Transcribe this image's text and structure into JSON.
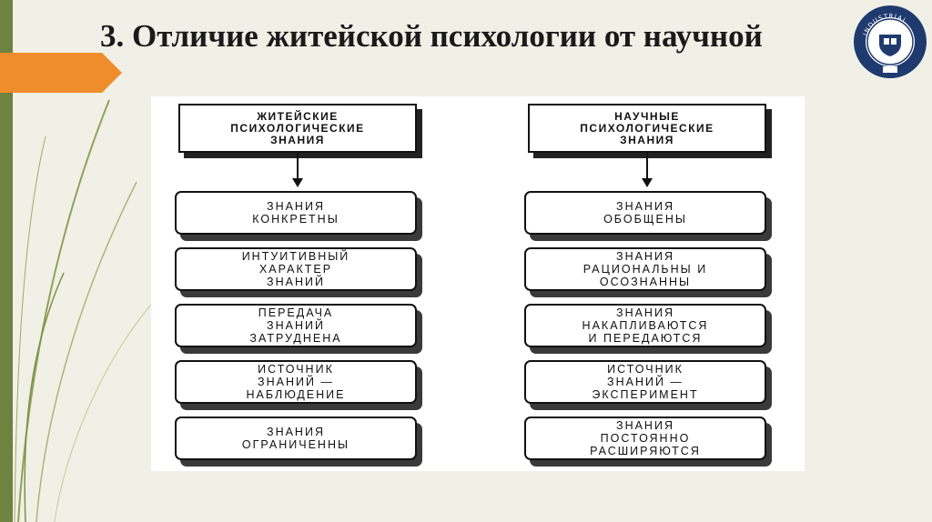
{
  "slide": {
    "title": "3. Отличие житейской психологии от научной",
    "colors": {
      "accent_orange": "#ef8d2c",
      "band_green": "#6f8240",
      "seal_navy": "#1f3a6e"
    }
  },
  "diagram": {
    "left_column": {
      "header": "ЖИТЕЙСКИЕ\nПСИХОЛОГИЧЕСКИЕ\nЗНАНИЯ",
      "items": [
        "ЗНАНИЯ\nКОНКРЕТНЫ",
        "ИНТУИТИВНЫЙ\nХАРАКТЕР\nЗНАНИЙ",
        "ПЕРЕДАЧА\nЗНАНИЙ\nЗАТРУДНЕНА",
        "ИСТОЧНИК\nЗНАНИЙ —\nНАБЛЮДЕНИЕ",
        "ЗНАНИЯ\nОГРАНИЧЕННЫ"
      ]
    },
    "right_column": {
      "header": "НАУЧНЫЕ\nПСИХОЛОГИЧЕСКИЕ\nЗНАНИЯ",
      "items": [
        "ЗНАНИЯ\nОБОБЩЕНЫ",
        "ЗНАНИЯ\nРАЦИОНАЛЬНЫ И\nОСОЗНАННЫ",
        "ЗНАНИЯ\nНАКАПЛИВАЮТСЯ\nИ ПЕРЕДАЮТСЯ",
        "ИСТОЧНИК\nЗНАНИЙ —\nЭКСПЕРИМЕНТ",
        "ЗНАНИЯ\nПОСТОЯННО\nРАСШИРЯЮТСЯ"
      ]
    }
  }
}
